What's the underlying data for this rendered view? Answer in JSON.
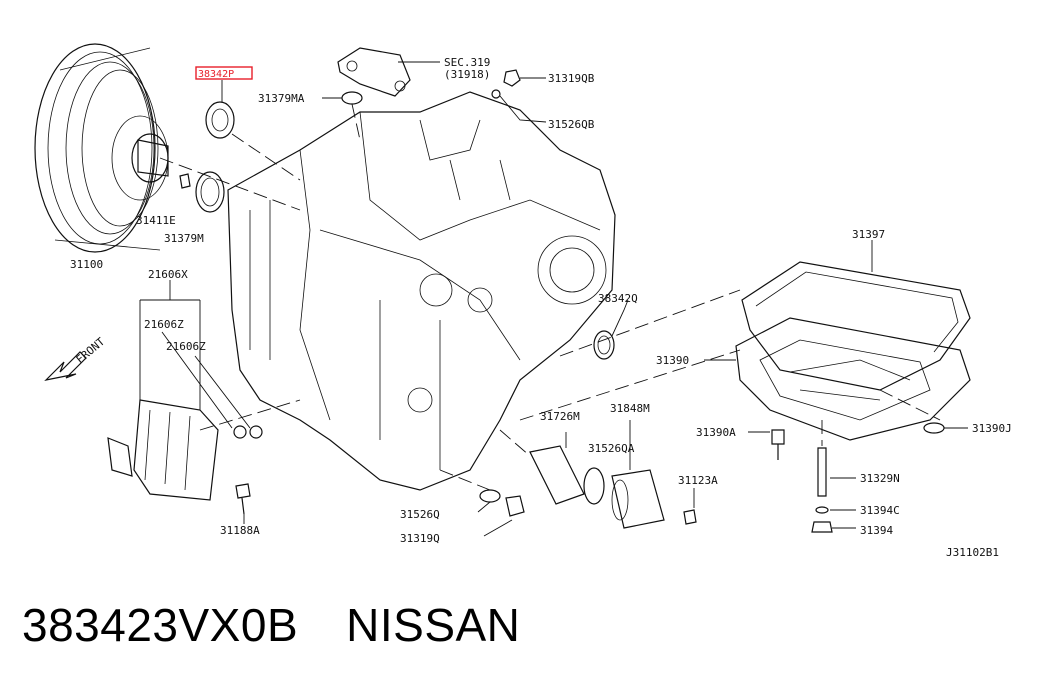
{
  "diagram": {
    "labels": {
      "sec319": "SEC.319",
      "sec319_ref": "(31918)",
      "p31319QB": "31319QB",
      "p31526QB": "31526QB",
      "p38342P": "38342P",
      "p31379MA": "31379MA",
      "p31411E": "31411E",
      "p31379M": "31379M",
      "p31100": "31100",
      "p21606X": "21606X",
      "p21606Z_a": "21606Z",
      "p21606Z_b": "21606Z",
      "front": "FRONT",
      "p31397": "31397",
      "p38342Q": "38342Q",
      "p31390": "31390",
      "p31848M": "31848M",
      "p31726M": "31726M",
      "p31526QA": "31526QA",
      "p31123A": "31123A",
      "p31390A": "31390A",
      "p31390J": "31390J",
      "p31329N": "31329N",
      "p31394C": "31394C",
      "p31394": "31394",
      "p31526Q": "31526Q",
      "p31319Q": "31319Q",
      "p31188A": "31188A",
      "figure_code": "J31102B1"
    },
    "highlight_color": "#e8202a"
  },
  "footer": {
    "part_number": "383423VX0B",
    "brand": "NISSAN"
  }
}
